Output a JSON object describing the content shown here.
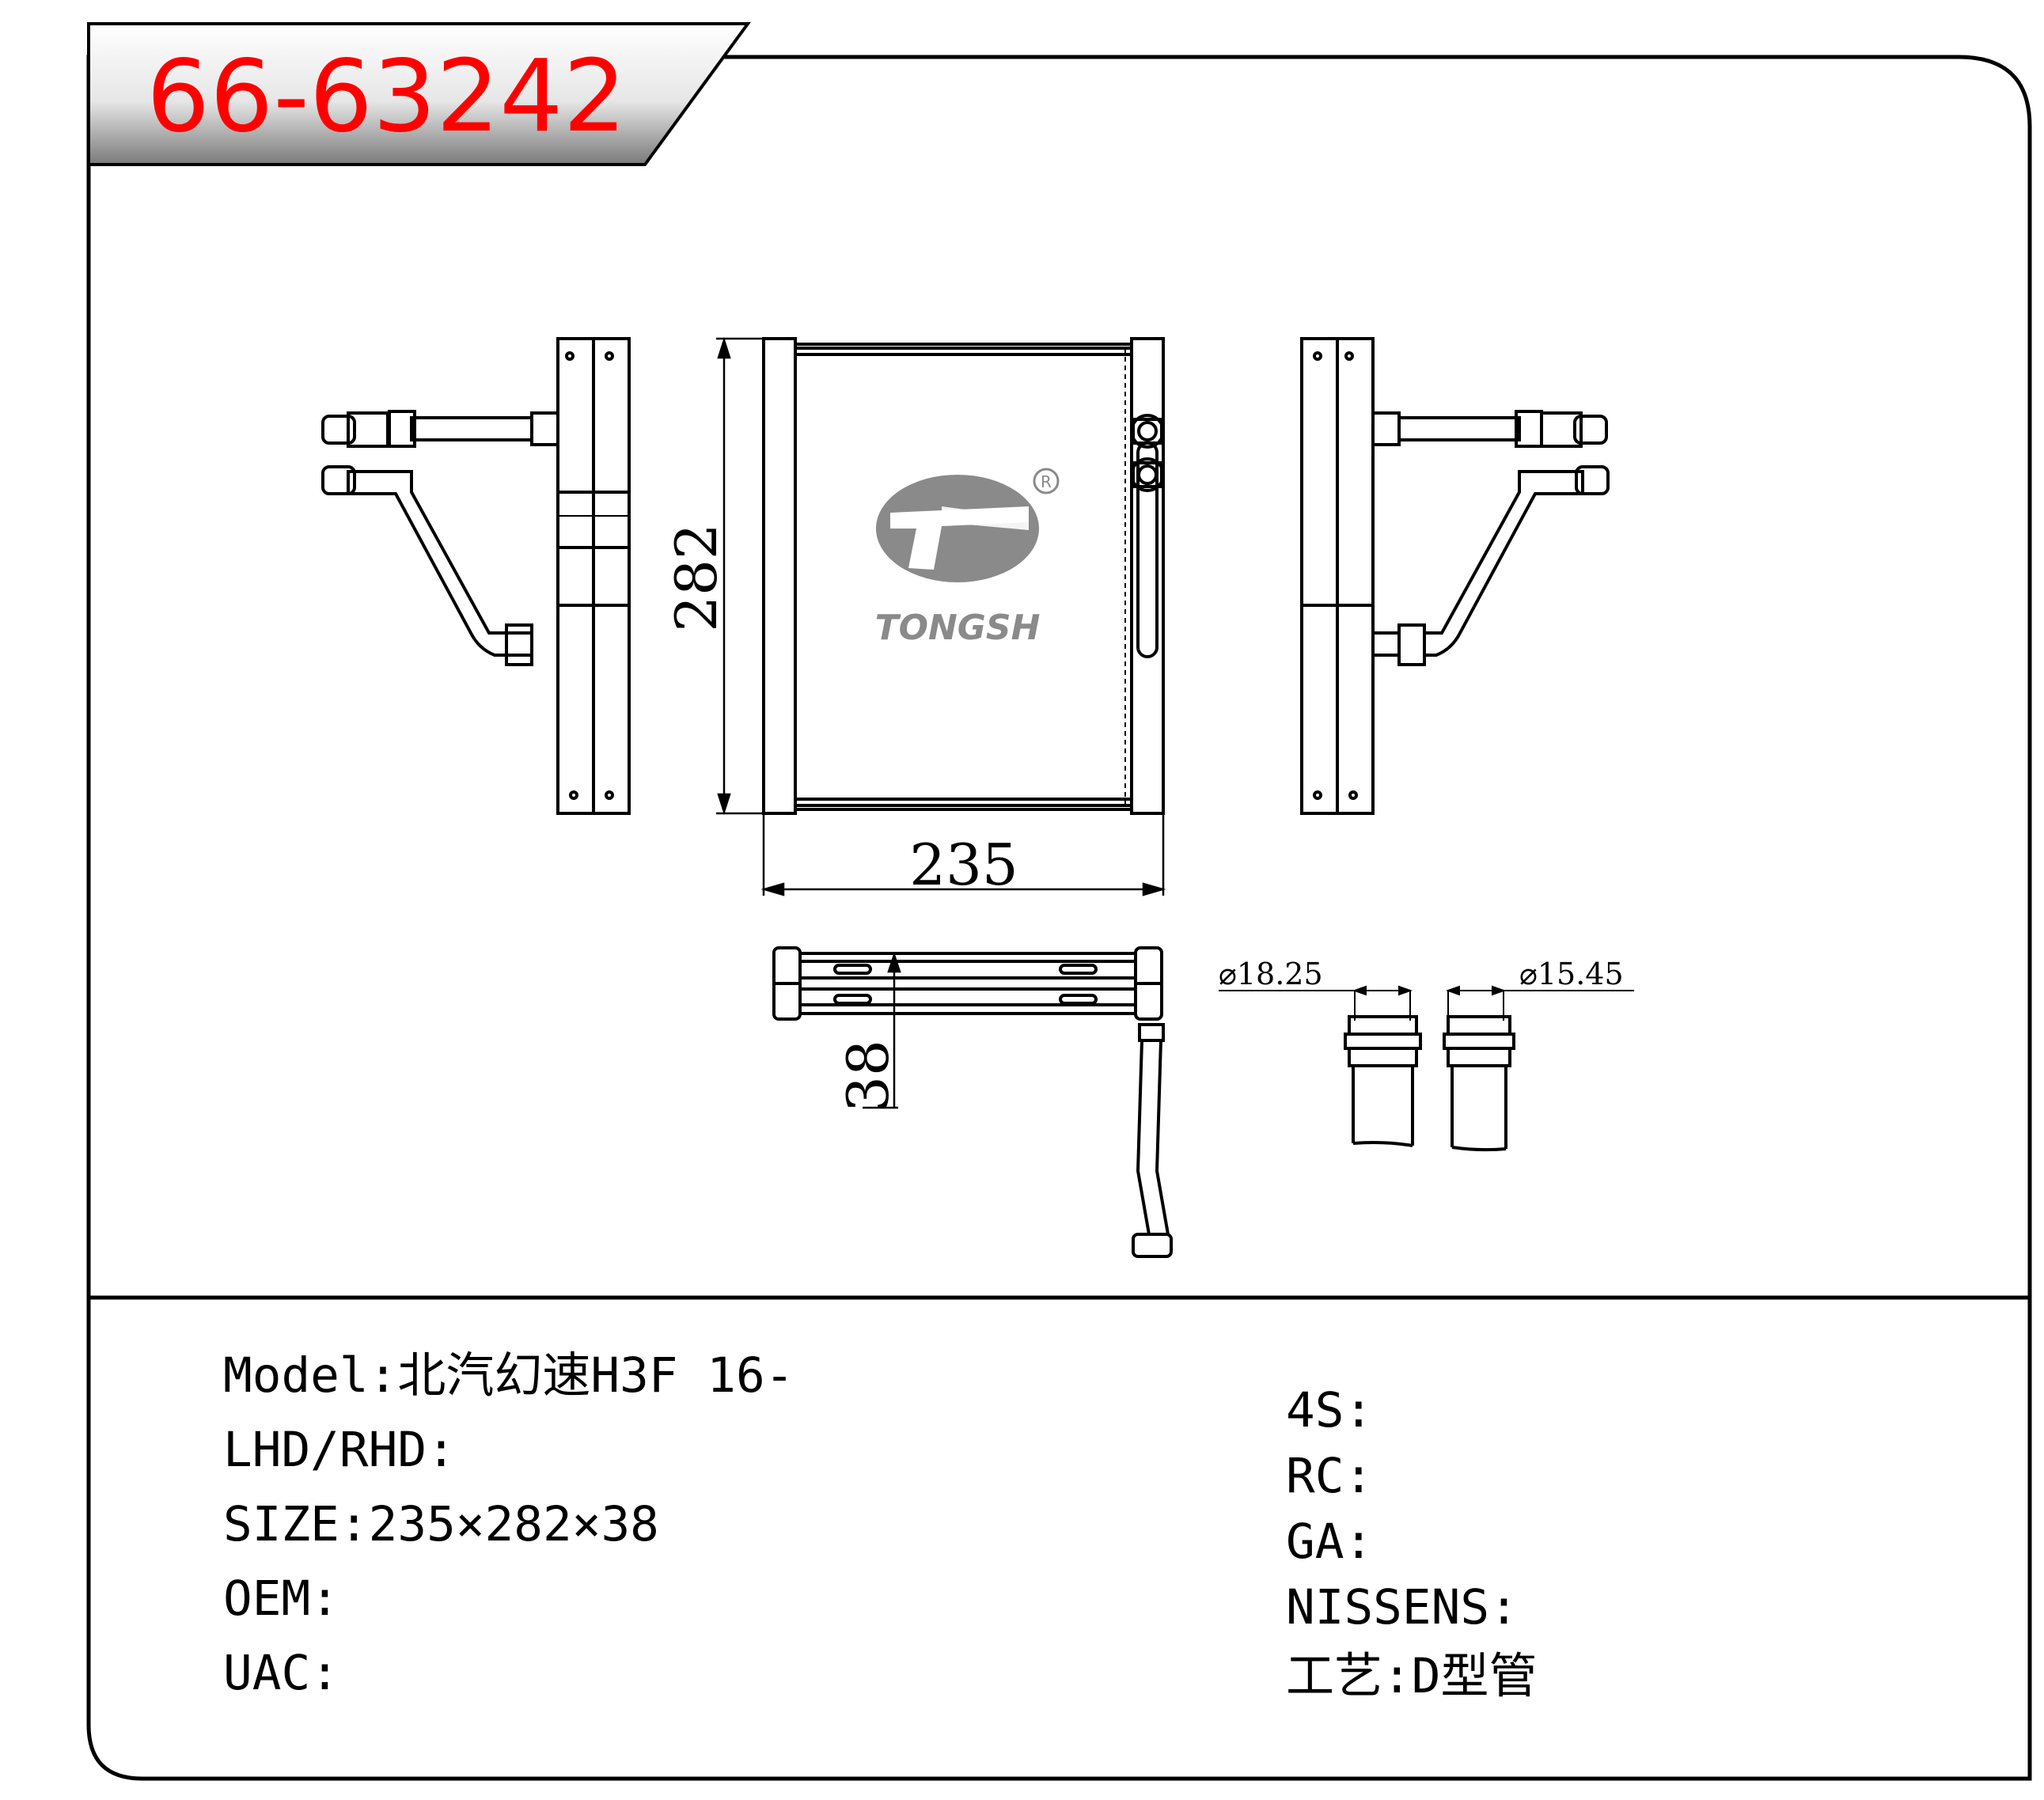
{
  "header": {
    "part_number": "66-63242",
    "text_color": "#ff0000"
  },
  "dimensions": {
    "width": "235",
    "height": "282",
    "depth": "38",
    "inlet_diameter": "⌀18.25",
    "outlet_diameter": "⌀15.45"
  },
  "logo": {
    "text": "TONGSH",
    "registered_mark": "R",
    "color": "#8a8a8a"
  },
  "specs_left": [
    {
      "label": "Model:",
      "value": "北汽幻速H3F 16-"
    },
    {
      "label": "LHD/RHD:",
      "value": ""
    },
    {
      "label": "SIZE:",
      "value": "235×282×38"
    },
    {
      "label": "OEM:",
      "value": ""
    },
    {
      "label": "UAC:",
      "value": ""
    }
  ],
  "specs_right": [
    {
      "label": "4S:",
      "value": ""
    },
    {
      "label": "RC:",
      "value": ""
    },
    {
      "label": "GA:",
      "value": ""
    },
    {
      "label": "NISSENS:",
      "value": ""
    },
    {
      "label": "工艺:",
      "value": "D型管"
    }
  ]
}
